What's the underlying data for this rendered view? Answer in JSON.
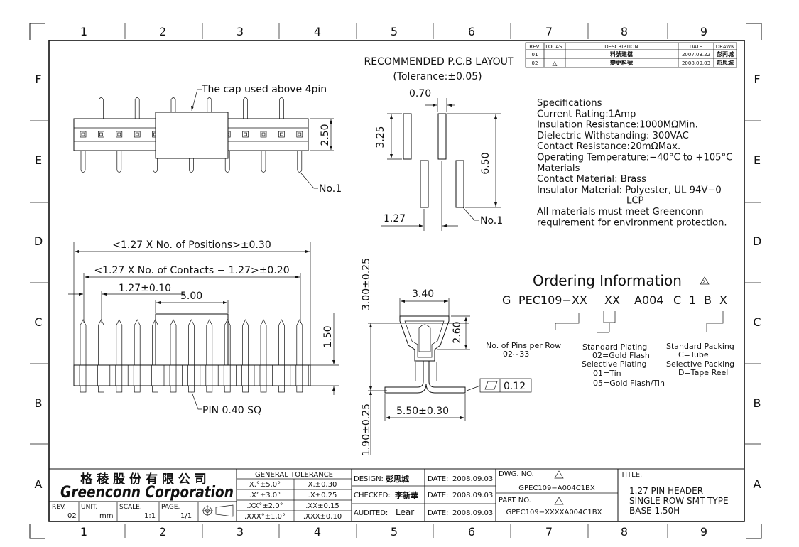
{
  "border": {
    "columns": [
      "1",
      "2",
      "3",
      "4",
      "5",
      "6",
      "7",
      "8",
      "9"
    ],
    "rows": [
      "F",
      "E",
      "D",
      "C",
      "B",
      "A"
    ]
  },
  "pcb": {
    "title": "RECOMMENDED P.C.B  LAYOUT",
    "tolerance": "(Tolerance:±0.05)",
    "dim_070": "0.70",
    "dim_325": "3.25",
    "dim_650": "6.50",
    "dim_127": "1.27",
    "no1": "No.1"
  },
  "top_view": {
    "cap_note": "The cap used above 4pin",
    "dim_250": "2.50",
    "no1": "No.1"
  },
  "specs": {
    "lines": [
      "Specifications",
      "Current Rating:1Amp",
      "Insulation Resistance:1000MΩMin.",
      "Dielectric Withstanding:   300VAC",
      "Contact Resistance:20mΩMax.",
      "Operating Temperature:−40°C to +105°C",
      "Materials",
      "Contact Material: Brass",
      "Insulator Material: Polyester, UL 94V−0",
      "LCP",
      "All materials must meet Greenconn",
      "requirement for environment protection."
    ]
  },
  "front_view": {
    "dim_positions": "<1.27 X No. of Positions>±0.30",
    "dim_contacts": "<1.27 X No. of Contacts − 1.27>±0.20",
    "dim_127": "1.27±0.10",
    "dim_500": "5.00",
    "dim_150": "1.50",
    "pin_note": "PIN 0.40 SQ"
  },
  "side_view": {
    "dim_300": "3.00±0.25",
    "dim_340": "3.40",
    "dim_260": "2.60",
    "dim_190": "1.90±0.25",
    "dim_550": "5.50±0.30",
    "flatness": "0.12"
  },
  "ordering": {
    "title": "Ordering Information",
    "code_parts": [
      "G",
      "PEC109−XX",
      "XX",
      "A004",
      "C",
      "1",
      "B",
      "X"
    ],
    "pins_label": "No. of Pins per Row",
    "pins_range": "02~33",
    "std_plating": "Standard Plating",
    "gold_flash": "02=Gold Flash",
    "sel_plating": "Selective Plating",
    "tin": "01=Tin",
    "gold_tin": "05=Gold Flash/Tin",
    "std_packing": "Standard Packing",
    "tube": "C=Tube",
    "sel_packing": "Selective Packing",
    "tape": "D=Tape Reel"
  },
  "revision": {
    "headers": [
      "REV.",
      "LOCAS.",
      "DESCRIPTION",
      "DATE",
      "DRAWN"
    ],
    "rows": [
      {
        "rev": "01",
        "locas": "",
        "desc": "料號建檔",
        "date": "2007.03.22",
        "drawn": "彭丙城"
      },
      {
        "rev": "02",
        "locas": "△",
        "desc": "變更料號",
        "date": "2008.09.03",
        "drawn": "彭思城"
      }
    ]
  },
  "title_block": {
    "company_cn": "格 稜 股 份 有 限 公 司",
    "company_en": "Greenconn Corporation",
    "rev_label": "REV.",
    "rev_value": "02",
    "unit_label": "UNIT.",
    "unit_value": "mm",
    "scale_label": "SCALE.",
    "scale_value": "1:1",
    "page_label": "PAGE.",
    "page_value": "1/1",
    "tol_title": "GENERAL  TOLERANCE",
    "tol_rows": [
      [
        "X.°±5.0°",
        "X.±0.30"
      ],
      [
        ".X°±3.0°",
        ".X±0.25"
      ],
      [
        ".XX°±2.0°",
        ".XX±0.15"
      ],
      [
        ".XXX°±1.0°",
        ".XXX±0.10"
      ]
    ],
    "design_label": "DESIGN:",
    "design_name": "彭思城",
    "checked_label": "CHECKED:",
    "checked_name": "李新華",
    "audited_label": "AUDITED:",
    "audited_name": "Lear",
    "date_label": "DATE:",
    "date_value": "2008.09.03",
    "dwg_label": "DWG. NO.",
    "dwg_value": "GPEC109−A004C1BX",
    "part_label": "PART NO.",
    "part_value": "GPEC109−XXXXA004C1BX",
    "title_label": "TITLE.",
    "title_lines": [
      "1.27 PIN HEADER",
      "SINGLE ROW SMT TYPE",
      "BASE 1.50H"
    ]
  }
}
